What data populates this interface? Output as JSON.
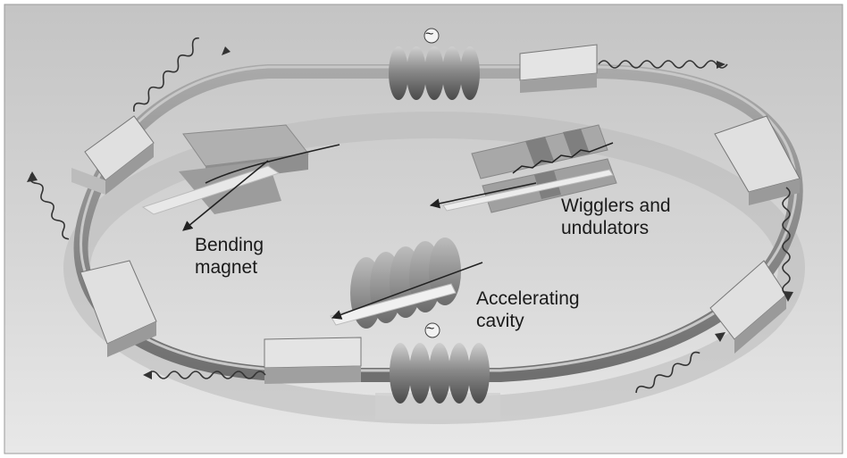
{
  "labels": {
    "bending_magnet": [
      "Bending",
      "magnet"
    ],
    "wigglers_undulators": [
      "Wigglers and",
      "undulators"
    ],
    "accelerating_cavity": [
      "Accelerating",
      "cavity"
    ]
  },
  "symbols": {
    "rf_source": "~"
  },
  "colors": {
    "background_top": "#c9c9c9",
    "background_bottom": "#e6e6e6",
    "ring_tube": "#8a8a8a",
    "magnet_block": "#dcdcdc",
    "cavity_coil": "#7a7a7a",
    "wave": "#3a3a3a",
    "beam_arrow": "#222222"
  }
}
